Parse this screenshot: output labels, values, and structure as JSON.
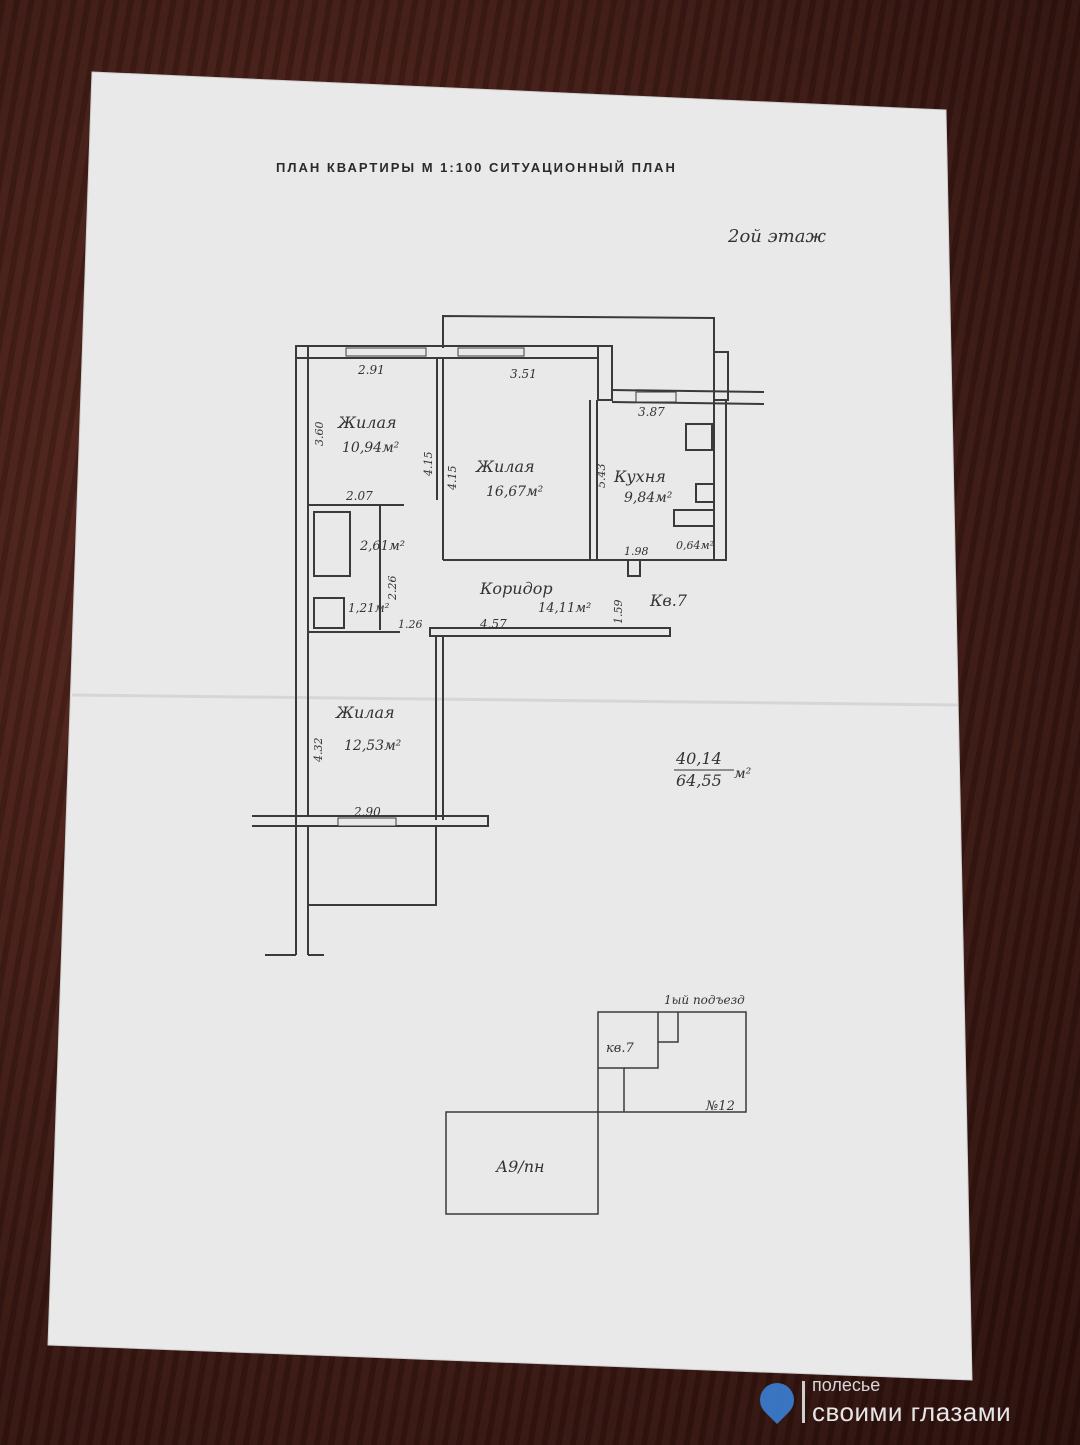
{
  "document": {
    "title": "ПЛАН КВАРТИРЫ М 1:100  СИТУАЦИОННЫЙ  ПЛАН",
    "floor_note": "2ой этаж"
  },
  "rooms": {
    "living1": {
      "name": "Жилая",
      "area": "10,94м²"
    },
    "living2": {
      "name": "Жилая",
      "area": "16,67м²"
    },
    "kitchen": {
      "name": "Кухня",
      "area": "9,84м²"
    },
    "bath": {
      "area": "2,61м²"
    },
    "toilet": {
      "area": "1,21м²"
    },
    "storage": {
      "area": "0,64м²"
    },
    "corridor": {
      "name": "Коридор",
      "area": "14,11м²"
    },
    "living3": {
      "name": "Жилая",
      "area": "12,53м²"
    }
  },
  "dimensions": {
    "d291": "2.91",
    "d351": "3.51",
    "d387": "3.87",
    "d360": "3.60",
    "d415": "4.15",
    "d415b": "4.15",
    "d543": "5.43",
    "d207": "2.07",
    "d226": "2.26",
    "d198": "1.98",
    "d126": "1.26",
    "d457": "4.57",
    "d159": "1.59",
    "d432": "4.32",
    "d290": "2.90"
  },
  "apartment_label": "Кв.7",
  "totals": {
    "living": "40,14",
    "total": "64,55",
    "unit": "м²"
  },
  "site_plan": {
    "entrance": "1ый подъезд",
    "apt": "кв.7",
    "building_no": "№12",
    "annex": "А9/пн"
  },
  "watermark": {
    "line1": "полесье",
    "line2": "своими глазами"
  },
  "colors": {
    "paper": "#e9e9ea",
    "ink": "#333333",
    "table": "#4a1f17",
    "watermark_accent": "#3b7fd4"
  }
}
